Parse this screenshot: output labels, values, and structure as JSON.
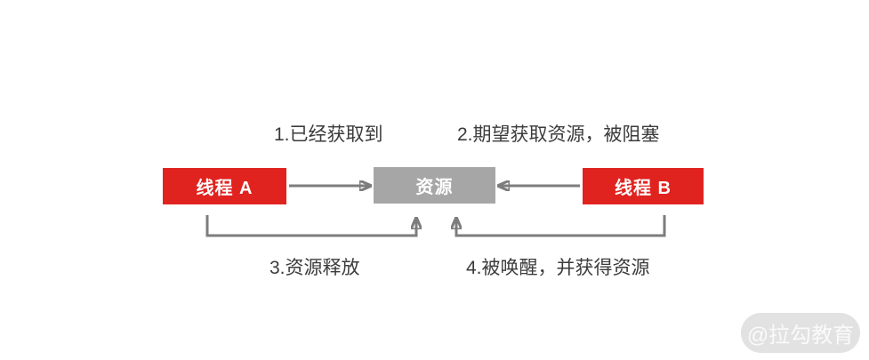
{
  "diagram": {
    "type": "flow-diagram",
    "topic": "thread-resource-wait-notify",
    "nodes": {
      "thread_a": {
        "label": "线程 A",
        "color": "#e0231f",
        "text_color": "#ffffff"
      },
      "resource": {
        "label": "资源",
        "color": "#a6a6a6",
        "text_color": "#ffffff"
      },
      "thread_b": {
        "label": "线程 B",
        "color": "#e0231f",
        "text_color": "#ffffff"
      }
    },
    "edges": [
      {
        "id": "1",
        "label": "1.已经获取到",
        "from": "thread_a",
        "to": "resource",
        "route": "straight"
      },
      {
        "id": "2",
        "label": "2.期望获取资源，被阻塞",
        "from": "thread_b",
        "to": "resource",
        "route": "straight"
      },
      {
        "id": "3",
        "label": "3.资源释放",
        "from": "thread_a",
        "to": "resource",
        "route": "bottom-bracket"
      },
      {
        "id": "4",
        "label": "4.被唤醒，并获得资源",
        "from": "thread_b",
        "to": "resource",
        "route": "bottom-bracket"
      }
    ],
    "arrow_color": "#7d7d7d",
    "label_text_color": "#3b3b3b",
    "background_color": "#ffffff"
  },
  "watermark": {
    "label": "@拉勾教育",
    "background_color": "#e2e2e2",
    "text_color": "#fafafa"
  }
}
